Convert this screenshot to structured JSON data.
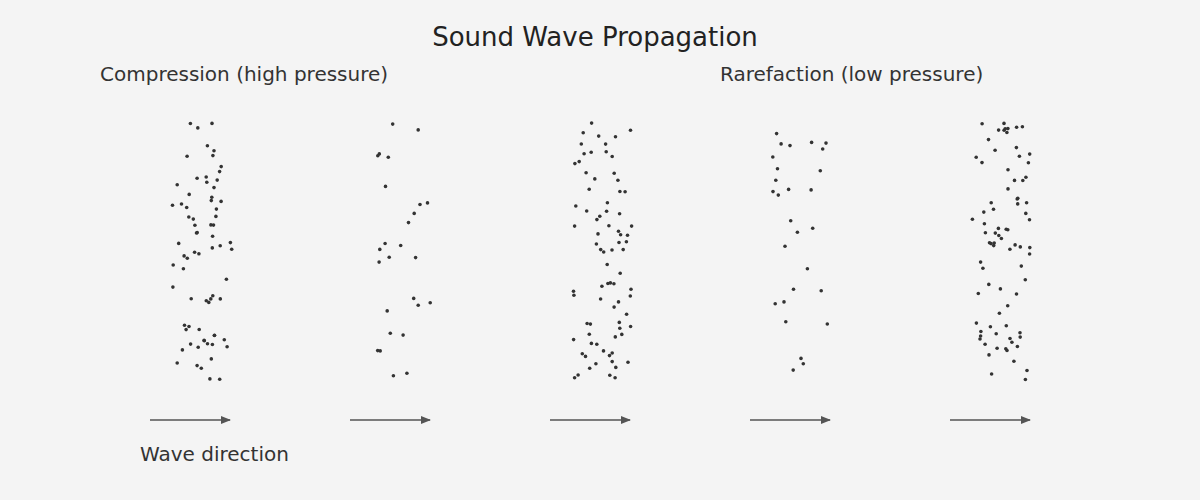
{
  "diagram": {
    "title": "Sound Wave Propagation",
    "labels": [
      "Compression (high pressure)",
      "Rarefaction (low pressure)",
      "Wave direction"
    ]
  }
}
